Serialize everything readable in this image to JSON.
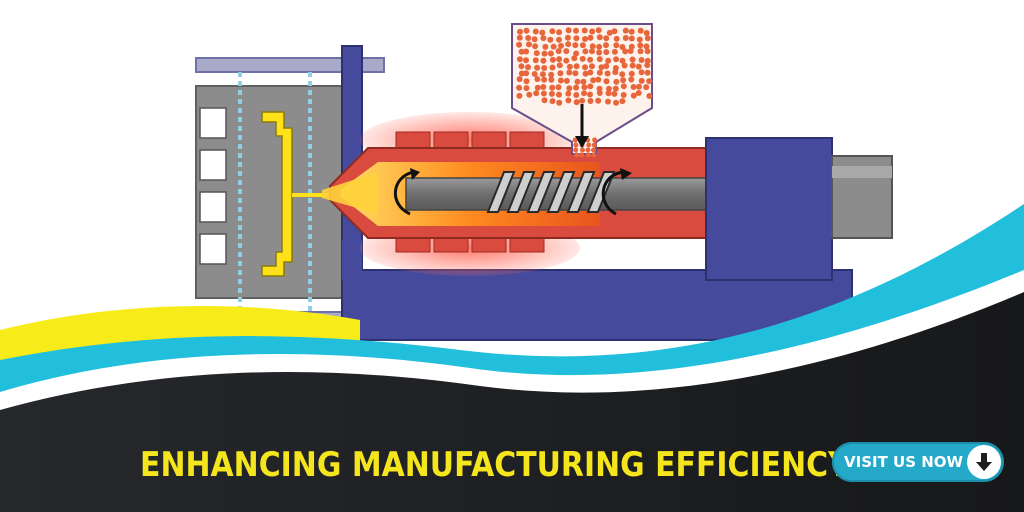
{
  "banner": {
    "headline": "ENHANCING MANUFACTURING EFFICIENCY",
    "cta_label": "VISIT US NOW",
    "cta_icon": "arrow-down-circle-icon"
  },
  "colors": {
    "headline": "#f5e51c",
    "cta_background": "#25a9c9",
    "wave_cyan": "#22bfdc",
    "wave_yellow": "#f7ec1a",
    "dark_background": "#1c1e21",
    "machine_blue": "#464a9c",
    "mold_gray": "#8c8c8c",
    "barrel_red": "#d94b3f",
    "heater_glow": "#ff6a5a",
    "molten_orange": "#ff9d2a",
    "screw_gray": "#7a7a7a",
    "mold_cavity_yellow": "#ffe11a",
    "pellets": "#e8663c"
  },
  "diagram": {
    "subject": "injection-molding-machine",
    "parts": [
      "mold",
      "tie-bars",
      "nozzle",
      "heater-bands",
      "barrel",
      "screw",
      "hopper",
      "pellets",
      "drive-unit",
      "base"
    ]
  }
}
